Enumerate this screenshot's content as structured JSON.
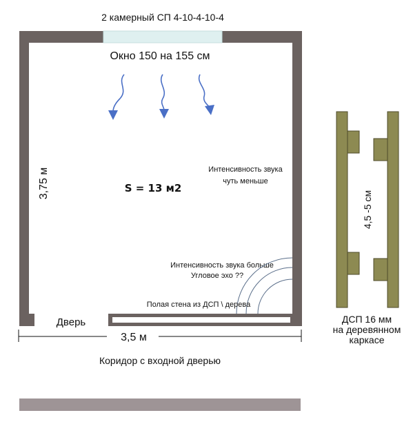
{
  "title": "2 камерный СП 4-10-4-10-4",
  "window_label": "Окно 150 на 155 см",
  "height_label": "3,75 м",
  "area_label": "S = 13 м2",
  "sound_less": {
    "line1": "Интенсивность звука",
    "line2": "чуть меньше"
  },
  "sound_more": {
    "line1": "Интенсивность звука больше",
    "line2": "Угловое эхо ??"
  },
  "hollow_wall_label": "Полая стена из ДСП \\ дерева",
  "door_label": "Дверь",
  "width_label": "3,5 м",
  "corridor_label": "Коридор с входной дверью",
  "section_dim_label": "4,5 -5 см",
  "section_label": {
    "line1": "ДСП 16 мм",
    "line2": "на деревянном",
    "line3": "каркасе"
  },
  "colors": {
    "wall": "#6b6260",
    "window": "#dff0f0",
    "arrow": "#4a6fc6",
    "board": "#8d8a52",
    "board_edge": "#4d4a2a",
    "bottom_bar": "#9e9496"
  }
}
